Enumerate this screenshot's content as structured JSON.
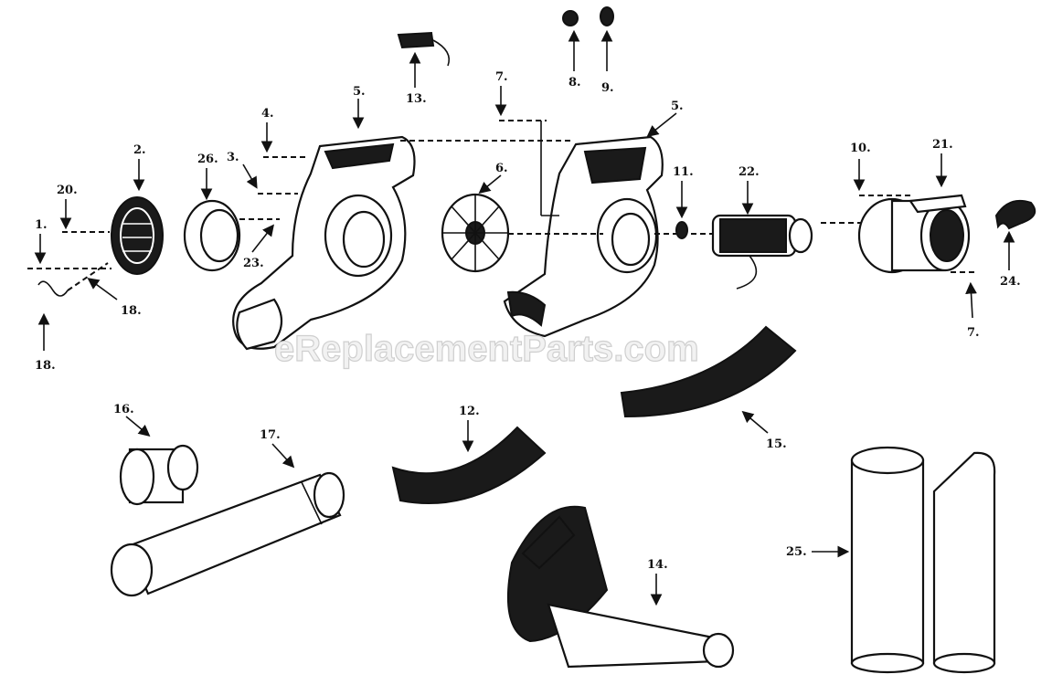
{
  "watermark": "eReplacementParts.com",
  "callouts": [
    {
      "id": "c1",
      "text": "1."
    },
    {
      "id": "c2",
      "text": "2."
    },
    {
      "id": "c3",
      "text": "3."
    },
    {
      "id": "c4",
      "text": "4."
    },
    {
      "id": "c5a",
      "text": "5."
    },
    {
      "id": "c5b",
      "text": "5."
    },
    {
      "id": "c6",
      "text": "6."
    },
    {
      "id": "c7a",
      "text": "7."
    },
    {
      "id": "c7b",
      "text": "7."
    },
    {
      "id": "c8",
      "text": "8."
    },
    {
      "id": "c9",
      "text": "9."
    },
    {
      "id": "c10",
      "text": "10."
    },
    {
      "id": "c11",
      "text": "11."
    },
    {
      "id": "c12",
      "text": "12."
    },
    {
      "id": "c13",
      "text": "13."
    },
    {
      "id": "c14",
      "text": "14."
    },
    {
      "id": "c15",
      "text": "15."
    },
    {
      "id": "c16",
      "text": "16."
    },
    {
      "id": "c17",
      "text": "17."
    },
    {
      "id": "c18a",
      "text": "18."
    },
    {
      "id": "c18b",
      "text": "18."
    },
    {
      "id": "c20",
      "text": "20."
    },
    {
      "id": "c21",
      "text": "21."
    },
    {
      "id": "c22",
      "text": "22."
    },
    {
      "id": "c23",
      "text": "23."
    },
    {
      "id": "c24",
      "text": "24."
    },
    {
      "id": "c25",
      "text": "25."
    },
    {
      "id": "c26",
      "text": "26."
    }
  ]
}
